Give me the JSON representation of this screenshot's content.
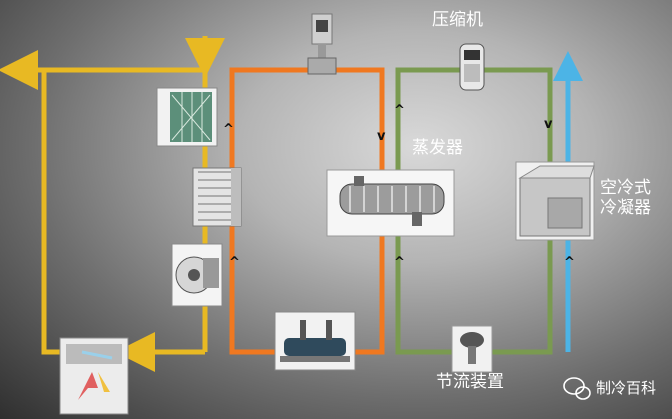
{
  "labels": {
    "compressor": "压缩机",
    "evaporator": "蒸发器",
    "air_condenser_line1": "空冷式",
    "air_condenser_line2": "冷凝器",
    "throttle": "节流装置",
    "brand": "制冷百科"
  },
  "direction_marks": {
    "up": "^",
    "down": "v"
  },
  "colors": {
    "air_loop": "#e8b923",
    "chilled_water_loop": "#f07820",
    "refrigerant_loop": "#7a9a50",
    "condenser_air": "#4cb4e6"
  },
  "icons": [
    "compressor-icon",
    "valve-actuator-icon",
    "filter-icon",
    "coil-icon",
    "fan-icon",
    "pump-icon",
    "evaporator-icon",
    "condenser-icon",
    "expansion-valve-icon",
    "air-handler-icon",
    "wechat-icon"
  ]
}
